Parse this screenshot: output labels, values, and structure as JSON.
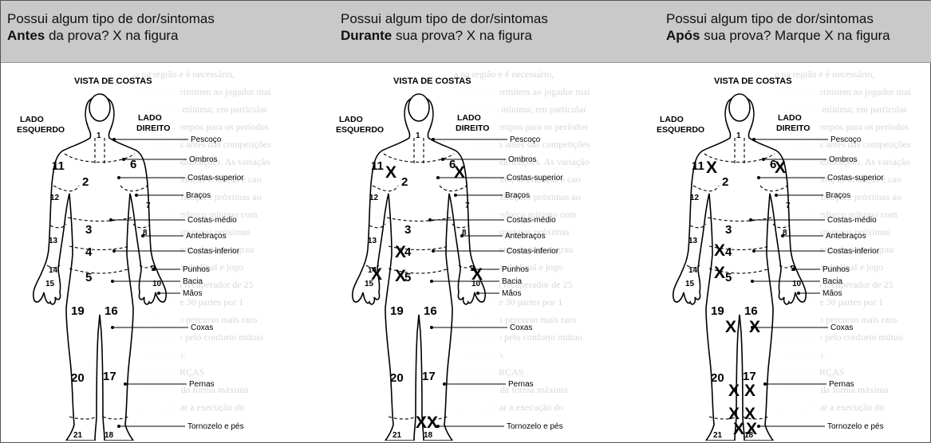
{
  "headers": [
    {
      "line1": "Possui algum tipo de dor/sintomas",
      "bold": "Antes",
      "rest": " da prova? X na figura"
    },
    {
      "line1": "Possui algum tipo de dor/sintomas",
      "bold": "Durante",
      "rest": " sua prova? X na figura"
    },
    {
      "line1": "Possui algum tipo de dor/sintomas",
      "bold": "Após",
      "rest": " sua prova? Marque X na figura"
    }
  ],
  "diagram": {
    "title": "VISTA DE COSTAS",
    "left_side": [
      "LADO",
      "ESQUERDO"
    ],
    "right_side": [
      "LADO",
      "DIREITO"
    ],
    "parts": [
      "Pescoço",
      "Ombros",
      "Costas-superior",
      "Braços",
      "Costas-médio",
      "Antebraços",
      "Costas-inferior",
      "Punhos",
      "Bacia",
      "Mãos",
      "Coxas",
      "Pernas",
      "Tornozelo e pés"
    ],
    "numbers": [
      "1",
      "2",
      "3",
      "4",
      "5",
      "6",
      "7",
      "8",
      "9",
      "10",
      "11",
      "12",
      "13",
      "14",
      "15",
      "16",
      "17",
      "18",
      "19",
      "20",
      "21"
    ]
  },
  "background_text": [
    "a na região e é necessário,",
    "ificações permitem ao jogador mai",
    "uma força mínima; em particular",
    "jonto e os tempos para os períodos",
    "luas semanas antes das competições",
    "ntes das modificações. As variação",
    "do o contexto, as crianças e cao",
    "nos as modificações próximas ao",
    "gem, com esforço mínimo com",
    "ordena as estruturas próximas",
    "Armazenamento do jogo e grau",
    "para o resultado final e jogo",
    "admitir um recuperador de 25",
    "variações de 30 partes por 1",
    "seguido pelo percurso mais raro",
    "da postura e pelo conforto mútuo",
    "ao do rolo.",
    "DES DE FORÇAS",
    "o resultado da forma máxima",
    "que completar a execução do"
  ],
  "marks": {
    "antes": [],
    "durante": [
      "X",
      "X",
      "X",
      "X",
      "X",
      "X",
      "X",
      "X"
    ],
    "apos": [
      "X",
      "X",
      "X",
      "X",
      "X",
      "X",
      "X",
      "X",
      "X",
      "X",
      "X",
      "X"
    ]
  }
}
